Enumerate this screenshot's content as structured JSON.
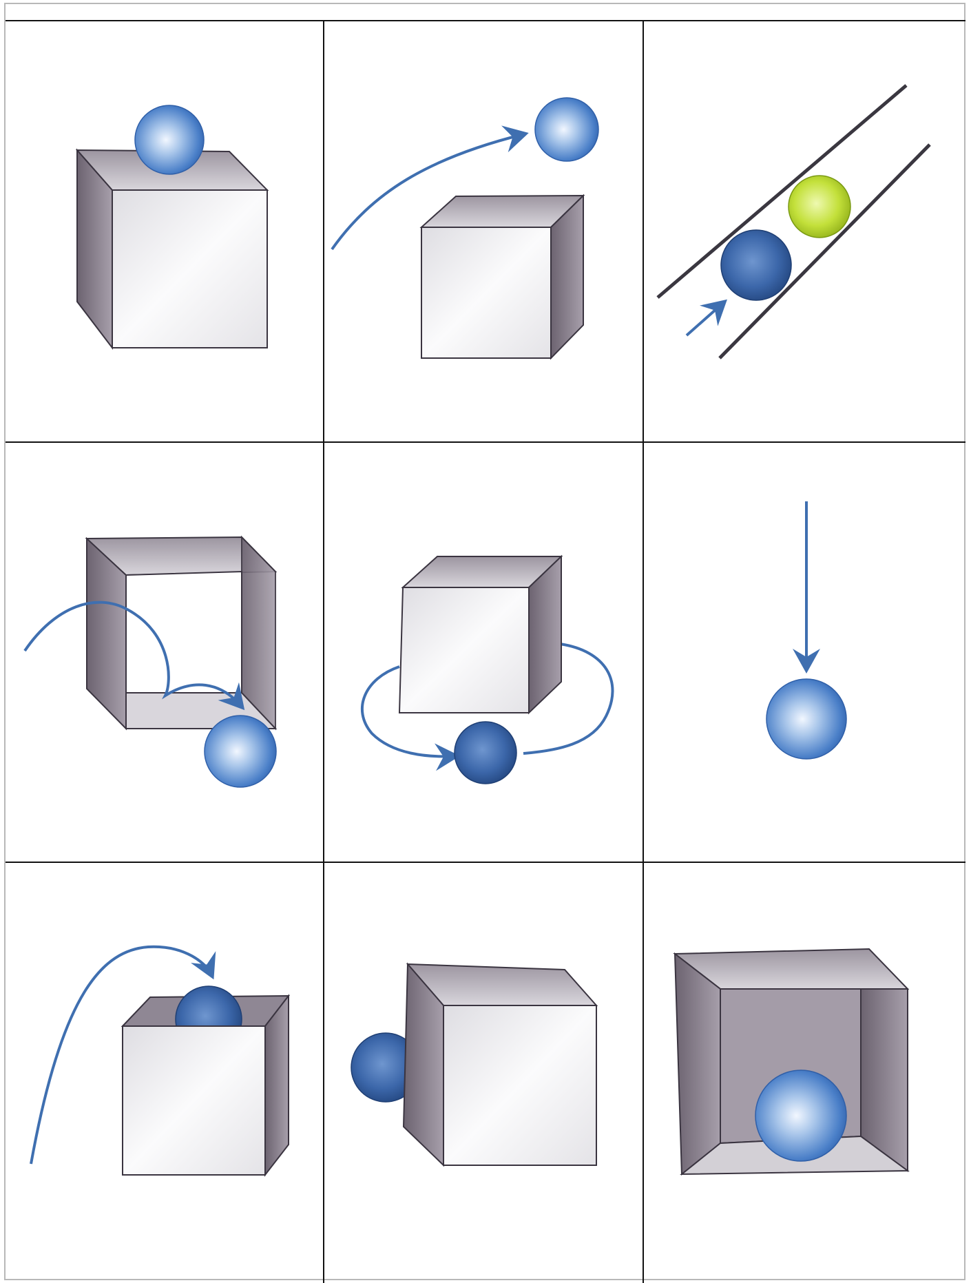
{
  "diagram": {
    "title": "",
    "panels": [
      {
        "id": "on",
        "row": 1,
        "col": 1,
        "objects": [
          "cube",
          "ball"
        ],
        "arrow": "none"
      },
      {
        "id": "over",
        "row": 1,
        "col": 2,
        "objects": [
          "cube",
          "ball"
        ],
        "arrow": "curved-arc"
      },
      {
        "id": "along",
        "row": 1,
        "col": 3,
        "objects": [
          "rails",
          "ball",
          "green-ball"
        ],
        "arrow": "straight-up-right"
      },
      {
        "id": "through",
        "row": 2,
        "col": 1,
        "objects": [
          "open-cube-frame",
          "ball"
        ],
        "arrow": "curved-through"
      },
      {
        "id": "around",
        "row": 2,
        "col": 2,
        "objects": [
          "cube",
          "ball"
        ],
        "arrow": "ellipse-around"
      },
      {
        "id": "down",
        "row": 2,
        "col": 3,
        "objects": [
          "ball"
        ],
        "arrow": "straight-down"
      },
      {
        "id": "into",
        "row": 3,
        "col": 1,
        "objects": [
          "open-box",
          "ball"
        ],
        "arrow": "curved-into"
      },
      {
        "id": "behind",
        "row": 3,
        "col": 2,
        "objects": [
          "cube",
          "ball"
        ],
        "arrow": "none"
      },
      {
        "id": "in",
        "row": 3,
        "col": 3,
        "objects": [
          "open-cube",
          "ball"
        ],
        "arrow": "none"
      }
    ]
  },
  "colors": {
    "ball_blue": "#4a7fc8",
    "ball_light": "#cfe0f5",
    "ball_green": "#b5d62a",
    "arrow_blue": "#3f6fb0",
    "cube_dark": "#7d7480",
    "cube_light": "#f5f5f7",
    "rail": "#3a3740",
    "grid": "#111111"
  }
}
